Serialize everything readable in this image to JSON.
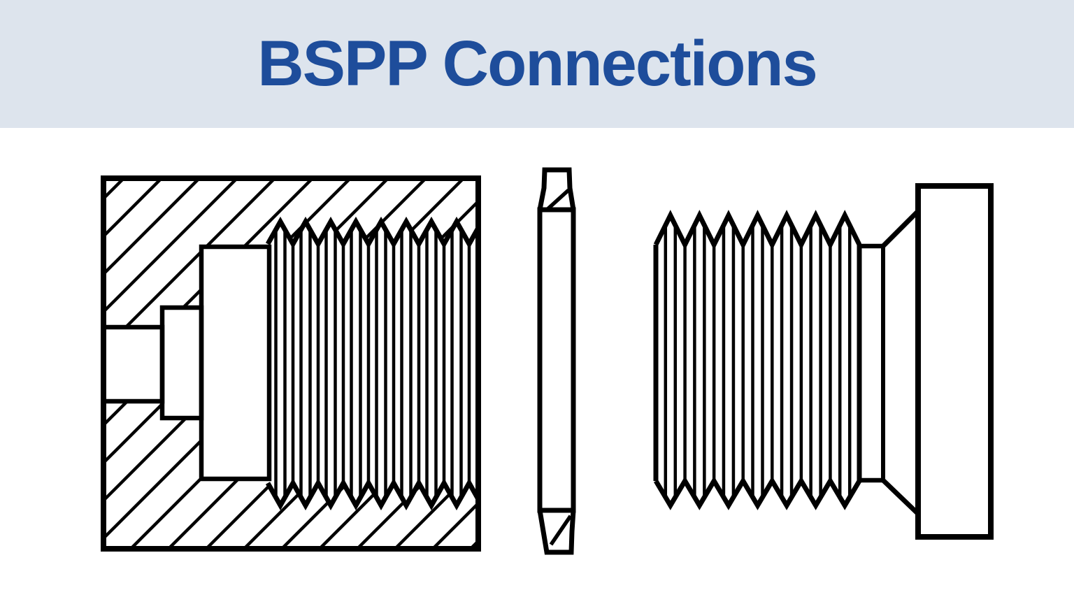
{
  "header": {
    "title": "BSPP Connections",
    "background": "#dde4ed",
    "text_color": "#1e4d9b"
  },
  "diagram": {
    "line_color": "#000000",
    "background": "#ffffff",
    "components": [
      {
        "name": "female-port-cross-section"
      },
      {
        "name": "bonded-seal-washer"
      },
      {
        "name": "male-fitting"
      }
    ]
  }
}
